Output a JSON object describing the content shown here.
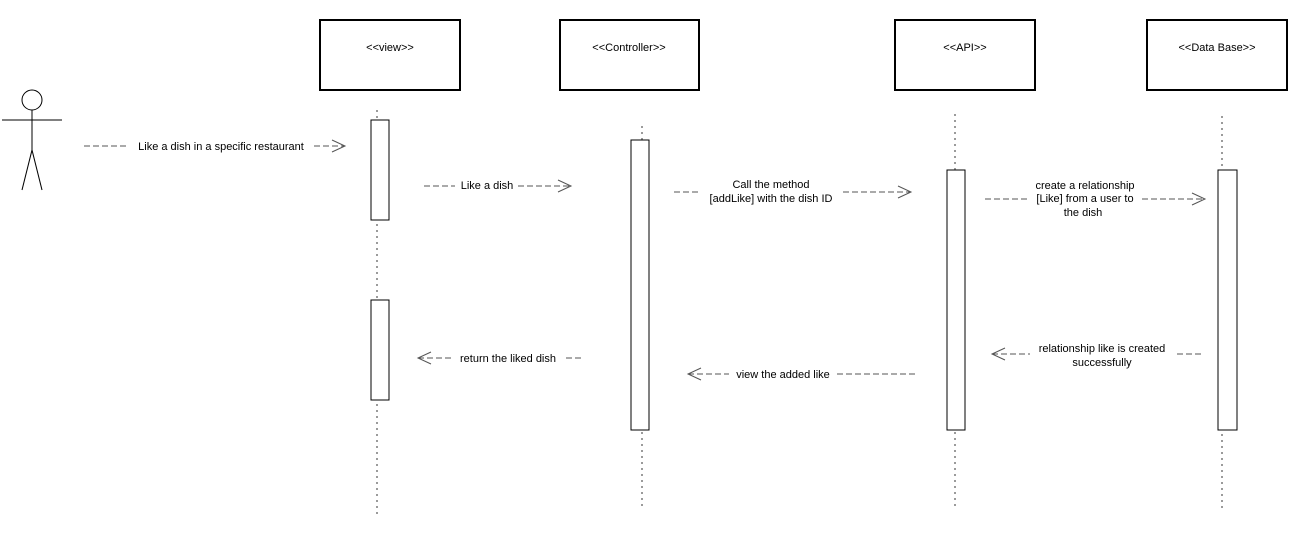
{
  "diagram": {
    "type": "sequence",
    "participants": [
      {
        "id": "view",
        "label": "<<view>>"
      },
      {
        "id": "controller",
        "label": "<<Controller>>"
      },
      {
        "id": "api",
        "label": "<<API>>"
      },
      {
        "id": "database",
        "label": "<<Data Base>>"
      }
    ],
    "messages": [
      {
        "id": "m1",
        "from": "actor",
        "to": "view",
        "lines": [
          "Like a dish in a specific restaurant"
        ]
      },
      {
        "id": "m2",
        "from": "view",
        "to": "controller",
        "lines": [
          "Like a dish"
        ]
      },
      {
        "id": "m3",
        "from": "controller",
        "to": "api",
        "lines": [
          "Call the method",
          "[addLike] with the dish ID"
        ]
      },
      {
        "id": "m4",
        "from": "api",
        "to": "database",
        "lines": [
          "create a relationship",
          "[Like] from a user to",
          "the dish"
        ]
      },
      {
        "id": "m5",
        "from": "database",
        "to": "api",
        "lines": [
          "relationship like is created",
          "successfully"
        ]
      },
      {
        "id": "m6",
        "from": "api",
        "to": "controller",
        "lines": [
          "view the added like"
        ]
      },
      {
        "id": "m7",
        "from": "controller",
        "to": "view",
        "lines": [
          "return the liked dish"
        ]
      }
    ]
  }
}
